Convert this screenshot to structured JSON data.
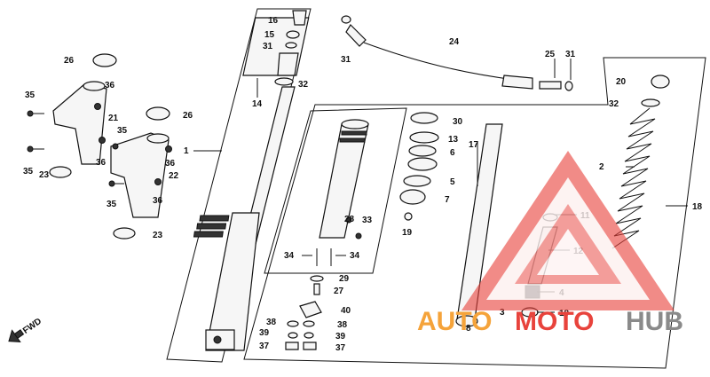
{
  "labels": {
    "p1": "1",
    "p2": "2",
    "p3": "3",
    "p4": "4",
    "p5": "5",
    "p6": "6",
    "p7": "7",
    "p8": "8",
    "p10": "10",
    "p11": "11",
    "p12": "12",
    "p13": "13",
    "p14": "14",
    "p15": "15",
    "p16": "16",
    "p17": "17",
    "p18": "18",
    "p19": "19",
    "p20": "20",
    "p21": "21",
    "p22": "22",
    "p23a": "23",
    "p23b": "23",
    "p24": "24",
    "p25": "25",
    "p26a": "26",
    "p26b": "26",
    "p27": "27",
    "p28": "28",
    "p29": "29",
    "p30": "30",
    "p31a": "31",
    "p31b": "31",
    "p31c": "31",
    "p32a": "32",
    "p32b": "32",
    "p33": "33",
    "p34a": "34",
    "p34b": "34",
    "p35a": "35",
    "p35b": "35",
    "p35c": "35",
    "p35d": "35",
    "p36a": "36",
    "p36b": "36",
    "p36c": "36",
    "p36d": "36",
    "p37a": "37",
    "p37b": "37",
    "p38a": "38",
    "p38b": "38",
    "p39a": "39",
    "p39b": "39",
    "p40": "40"
  },
  "fwd": "FWD",
  "watermark": {
    "part1": "AUTO",
    "part2": "MOTO",
    "part3": "HUB",
    "color_red": "#e8433c",
    "color_orange": "#f5a33a",
    "color_gray": "#8a8a8a"
  }
}
